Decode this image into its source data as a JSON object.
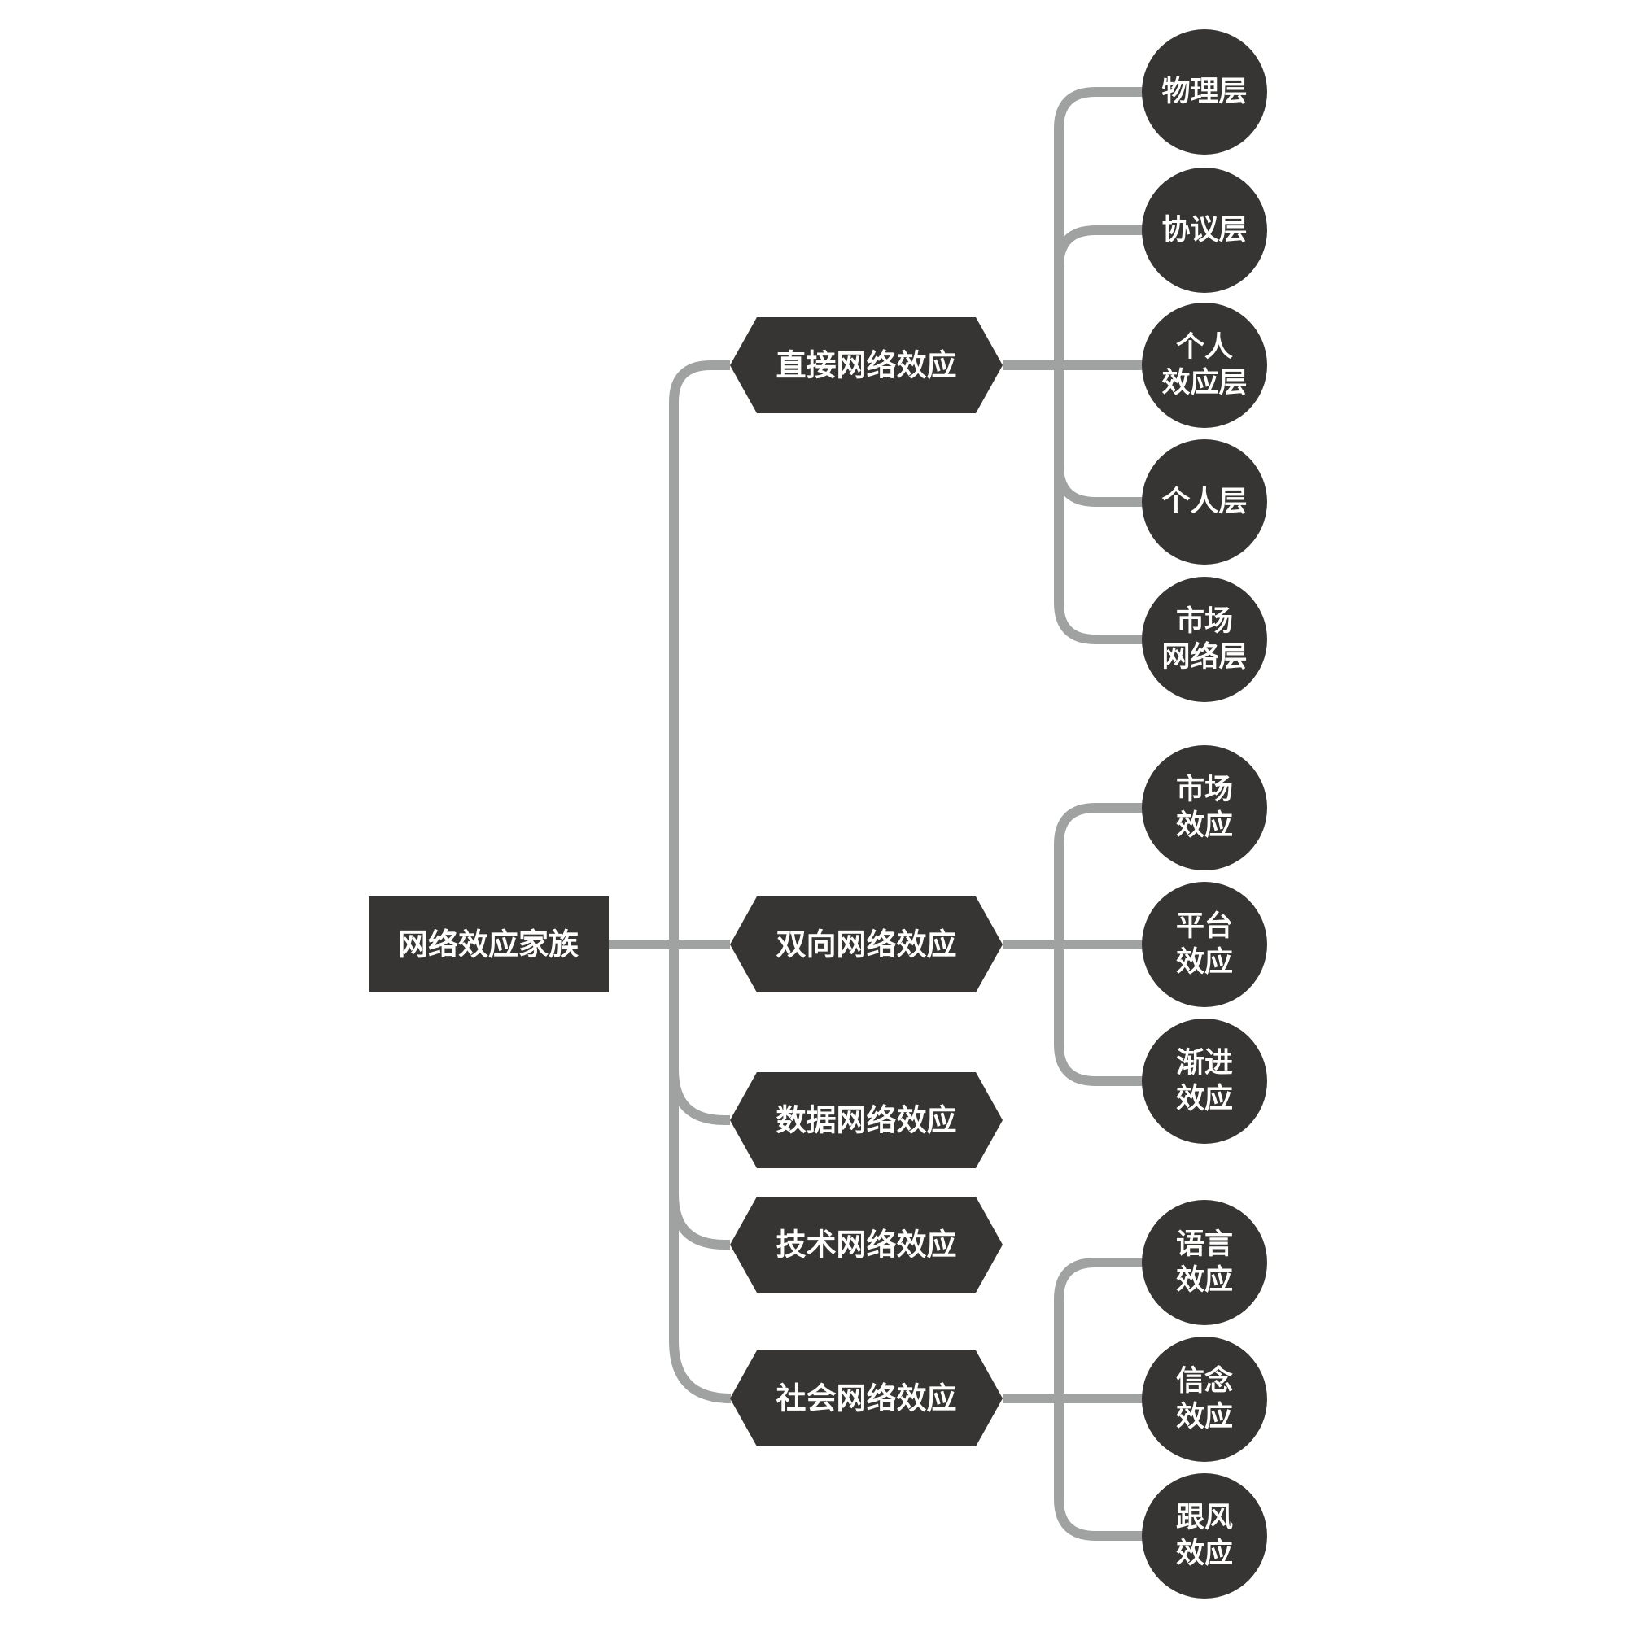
{
  "colors": {
    "node_fill": "#363533",
    "connector": "#a0a2a1",
    "text": "#ffffff",
    "background": "#ffffff"
  },
  "root": {
    "label": "网络效应家族"
  },
  "branches": [
    {
      "label": "直接网络效应",
      "children": [
        {
          "lines": [
            "物理层"
          ]
        },
        {
          "lines": [
            "协议层"
          ]
        },
        {
          "lines": [
            "个人",
            "效应层"
          ]
        },
        {
          "lines": [
            "个人层"
          ]
        },
        {
          "lines": [
            "市场",
            "网络层"
          ]
        }
      ]
    },
    {
      "label": "双向网络效应",
      "children": [
        {
          "lines": [
            "市场",
            "效应"
          ]
        },
        {
          "lines": [
            "平台",
            "效应"
          ]
        },
        {
          "lines": [
            "渐进",
            "效应"
          ]
        }
      ]
    },
    {
      "label": "数据网络效应",
      "children": []
    },
    {
      "label": "技术网络效应",
      "children": []
    },
    {
      "label": "社会网络效应",
      "children": [
        {
          "lines": [
            "语言",
            "效应"
          ]
        },
        {
          "lines": [
            "信念",
            "效应"
          ]
        },
        {
          "lines": [
            "跟风",
            "效应"
          ]
        }
      ]
    }
  ]
}
